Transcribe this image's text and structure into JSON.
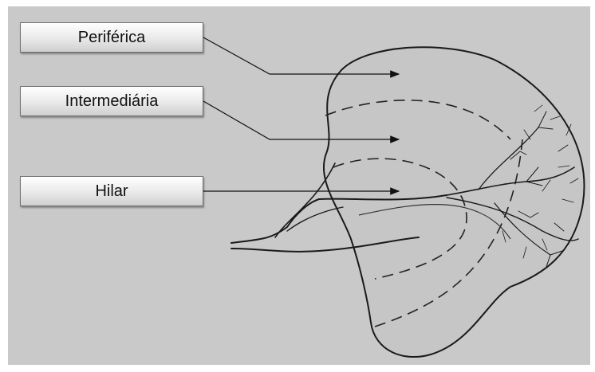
{
  "labels": {
    "peripheral": "Periférica",
    "intermediate": "Intermediária",
    "hilar": "Hilar"
  },
  "colors": {
    "background": "#c9c9c9",
    "outline": "#1a1a1a",
    "box_border": "#6f6f6f"
  },
  "icons": [
    "arrow-right-icon"
  ]
}
